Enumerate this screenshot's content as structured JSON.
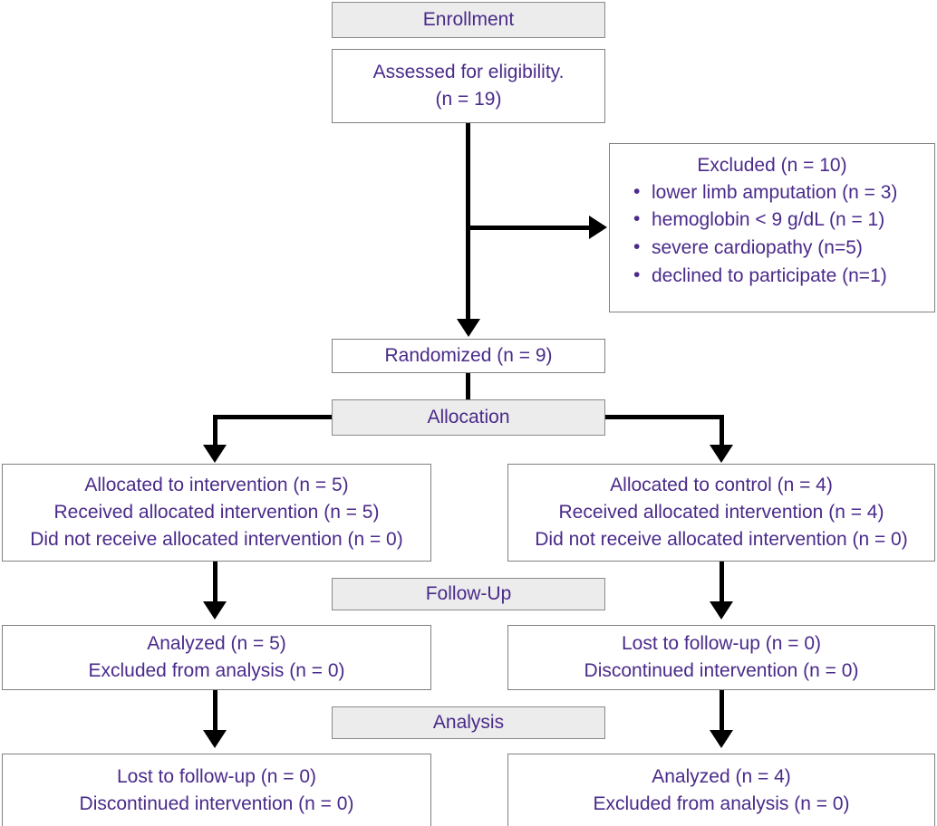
{
  "diagram": {
    "title": "CONSORT participant flow diagram",
    "text_color": "#4a2a8a",
    "header_fill": "#ececec",
    "border_color": "#808080",
    "connector_color": "#000000"
  },
  "stages": {
    "enrollment": "Enrollment",
    "allocation": "Allocation",
    "followup": "Follow-Up",
    "analysis": "Analysis"
  },
  "enrollment": {
    "assessed": {
      "line1": "Assessed for eligibility.",
      "line2": "(n = 19)"
    },
    "excluded": {
      "title": "Excluded (n = 10)",
      "reasons": [
        "lower limb amputation (n = 3)",
        "hemoglobin < 9 g/dL (n = 1)",
        "severe cardiopathy (n=5)",
        "declined to participate (n=1)"
      ]
    },
    "randomized": "Randomized (n = 9)"
  },
  "allocation": {
    "left": {
      "line1": "Allocated to intervention (n = 5)",
      "line2": "Received allocated intervention (n = 5)",
      "line3": "Did not receive allocated intervention (n = 0)"
    },
    "right": {
      "line1": "Allocated to control (n = 4)",
      "line2": "Received allocated intervention (n = 4)",
      "line3": "Did not receive allocated intervention (n = 0)"
    }
  },
  "followup": {
    "left": {
      "line1": "Analyzed (n = 5)",
      "line2": "Excluded from analysis (n = 0)"
    },
    "right": {
      "line1": "Lost to follow-up (n = 0)",
      "line2": "Discontinued intervention (n = 0)"
    }
  },
  "analysis": {
    "left": {
      "line1": "Lost to follow-up (n = 0)",
      "line2": "Discontinued intervention (n = 0)"
    },
    "right": {
      "line1": "Analyzed (n = 4)",
      "line2": "Excluded from analysis (n = 0)"
    }
  }
}
